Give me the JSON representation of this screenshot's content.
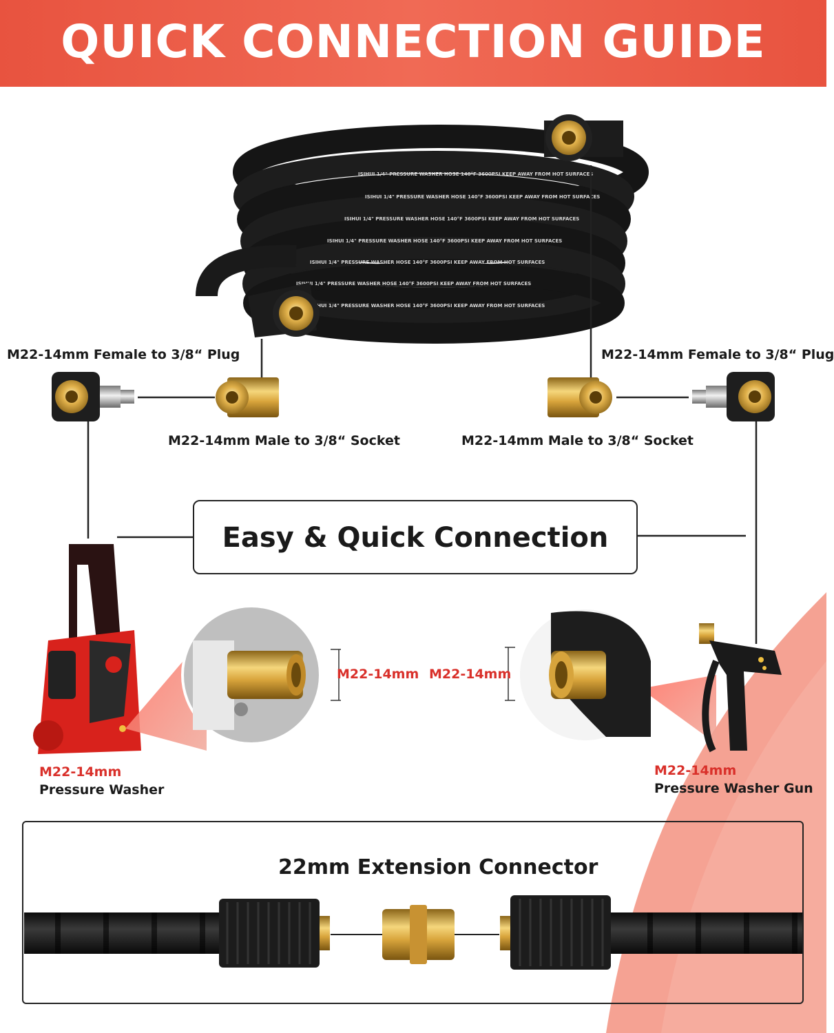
{
  "header": {
    "title": "QUICK CONNECTION GUIDE"
  },
  "adapters": {
    "left_top": "M22-14mm Female to 3/8“ Plug",
    "left_bottom": "M22-14mm Male to 3/8“ Socket",
    "right_top": "M22-14mm Female to 3/8“ Plug",
    "right_bottom": "M22-14mm Male to 3/8“ Socket"
  },
  "center_box": {
    "title": "Easy & Quick Connection"
  },
  "zoom": {
    "left_size": "M22-14mm",
    "right_size": "M22-14mm"
  },
  "devices": {
    "washer": {
      "size": "M22-14mm",
      "name": "Pressure Washer"
    },
    "gun": {
      "size": "M22-14mm",
      "name": "Pressure Washer Gun"
    }
  },
  "extension": {
    "title": "22mm Extension Connector"
  },
  "hose_print": "ISIHUI 1/4\" PRESSURE WASHER HOSE 140°F 3600PSI KEEP AWAY FROM HOT SURFACES",
  "colors": {
    "banner": "#e8533f",
    "accent_text": "#d9302a",
    "brass": "#d9a53c",
    "hose": "#151515"
  }
}
